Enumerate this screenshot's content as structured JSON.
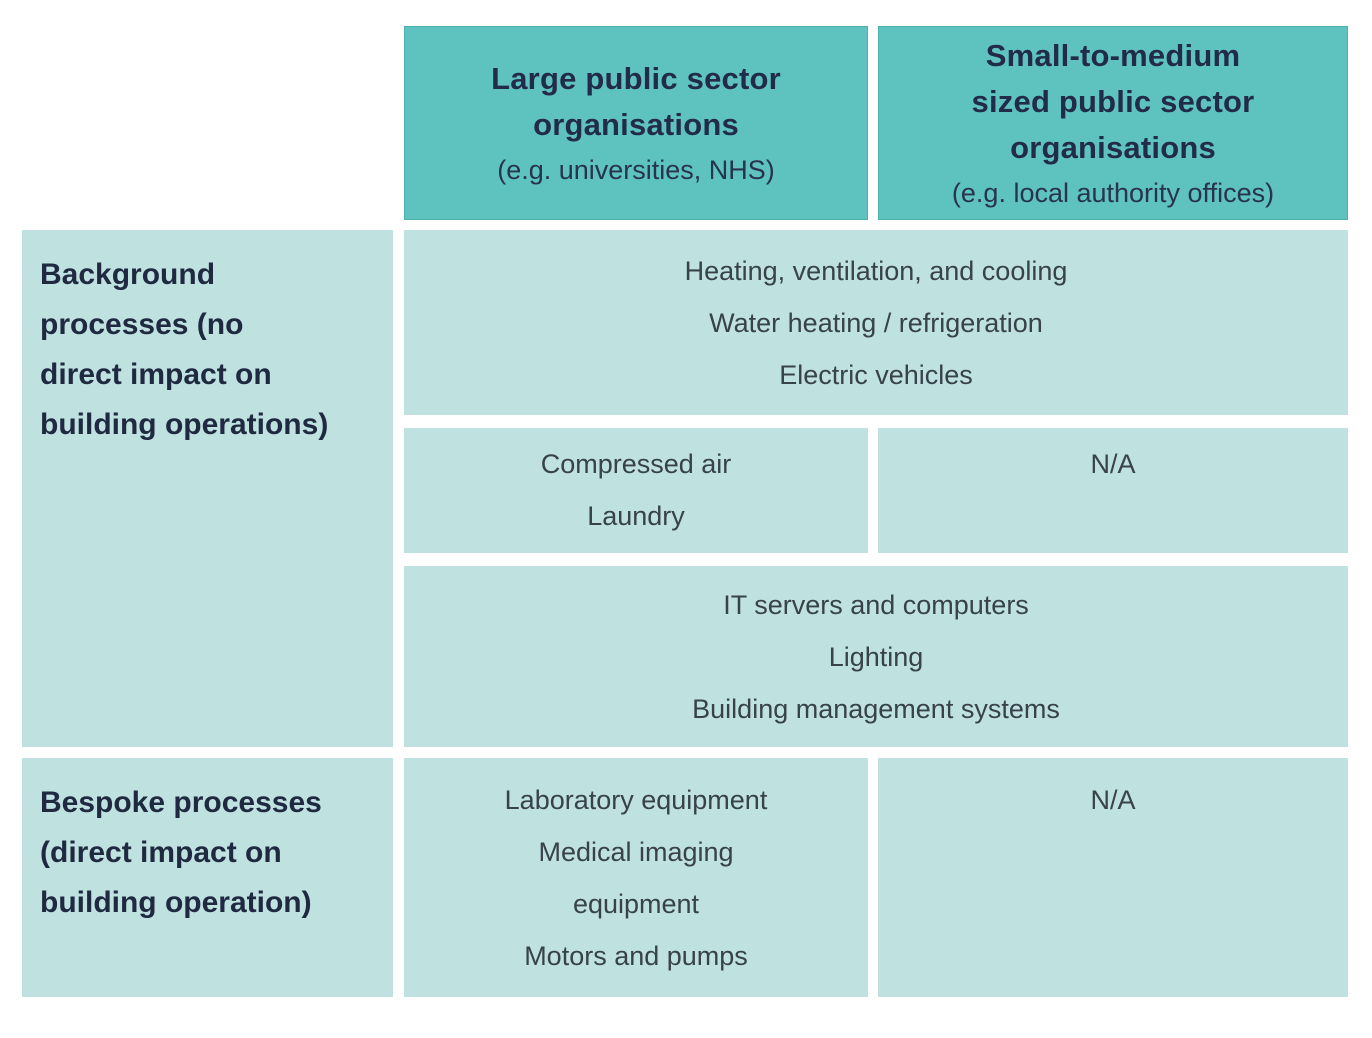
{
  "colors": {
    "page_bg": "#ffffff",
    "header_bg": "#5ec3be",
    "header_border": "#4db2ad",
    "header_text": "#222b49",
    "header_subtext": "#28334e",
    "cell_bg": "#bfe1e0",
    "row_header_text": "#1f2940",
    "body_text": "#37424b"
  },
  "table": {
    "column_headers": [
      {
        "title_lines": [
          "Large public sector",
          "organisations"
        ],
        "subtitle": "(e.g. universities, NHS)"
      },
      {
        "title_lines": [
          "Small-to-medium",
          "sized public sector",
          "organisations"
        ],
        "subtitle": "(e.g. local authority offices)"
      }
    ],
    "row_headers": [
      {
        "lines": [
          "Background",
          "processes (no",
          "direct impact on",
          "building operations)"
        ]
      },
      {
        "lines": [
          "Bespoke processes",
          "(direct impact on",
          "building operation)"
        ]
      }
    ],
    "cells": {
      "background_span_top": {
        "lines": [
          "Heating, ventilation, and cooling",
          "Water heating / refrigeration",
          "Electric vehicles"
        ]
      },
      "background_left_mid": {
        "lines": [
          "Compressed air",
          "Laundry"
        ]
      },
      "background_right_mid": {
        "lines": [
          "N/A"
        ]
      },
      "background_span_bottom": {
        "lines": [
          "IT servers and computers",
          "Lighting",
          "Building management systems"
        ]
      },
      "bespoke_left": {
        "lines": [
          "Laboratory equipment",
          "Medical imaging",
          "equipment",
          "Motors and pumps"
        ]
      },
      "bespoke_right": {
        "lines": [
          "N/A"
        ]
      }
    }
  }
}
